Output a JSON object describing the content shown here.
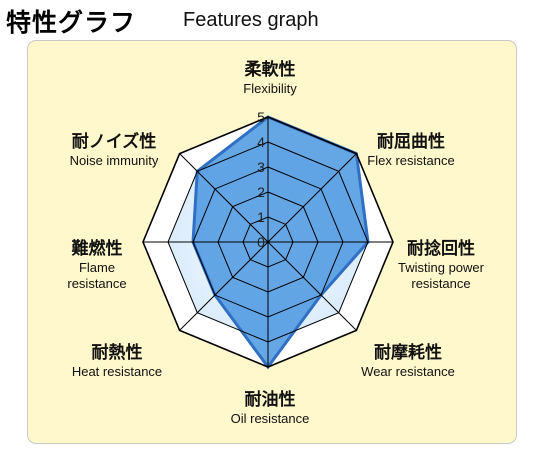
{
  "page": {
    "heading_jp": "特性グラフ",
    "heading_en": "Features graph"
  },
  "chart_data": {
    "type": "radar",
    "rlim": [
      0,
      5
    ],
    "ticks": [
      "0",
      "1",
      "2",
      "3",
      "4",
      "5"
    ],
    "axes": [
      {
        "jp": "柔軟性",
        "en": [
          "Flexibility"
        ],
        "value": 5
      },
      {
        "jp": "耐屈曲性",
        "en": [
          "Flex resistance"
        ],
        "value": 5
      },
      {
        "jp": "耐捻回性",
        "en": [
          "Twisting power",
          "resistance"
        ],
        "value": 4
      },
      {
        "jp": "耐摩耗性",
        "en": [
          "Wear resistance"
        ],
        "value": 3
      },
      {
        "jp": "耐油性",
        "en": [
          "Oil resistance"
        ],
        "value": 5
      },
      {
        "jp": "耐熱性",
        "en": [
          "Heat resistance"
        ],
        "value": 3
      },
      {
        "jp": "難燃性",
        "en": [
          "Flame",
          "resistance"
        ],
        "value": 3
      },
      {
        "jp": "耐ノイズ性",
        "en": [
          "Noise immunity"
        ],
        "value": 4
      }
    ],
    "colors": {
      "fill": "#4a97e0",
      "stroke": "#2f6fc4",
      "grid": "#000000",
      "outer_fill": "#ffffff",
      "inner_glow": "#e6f2ff",
      "panel": "#fff8cc"
    }
  }
}
